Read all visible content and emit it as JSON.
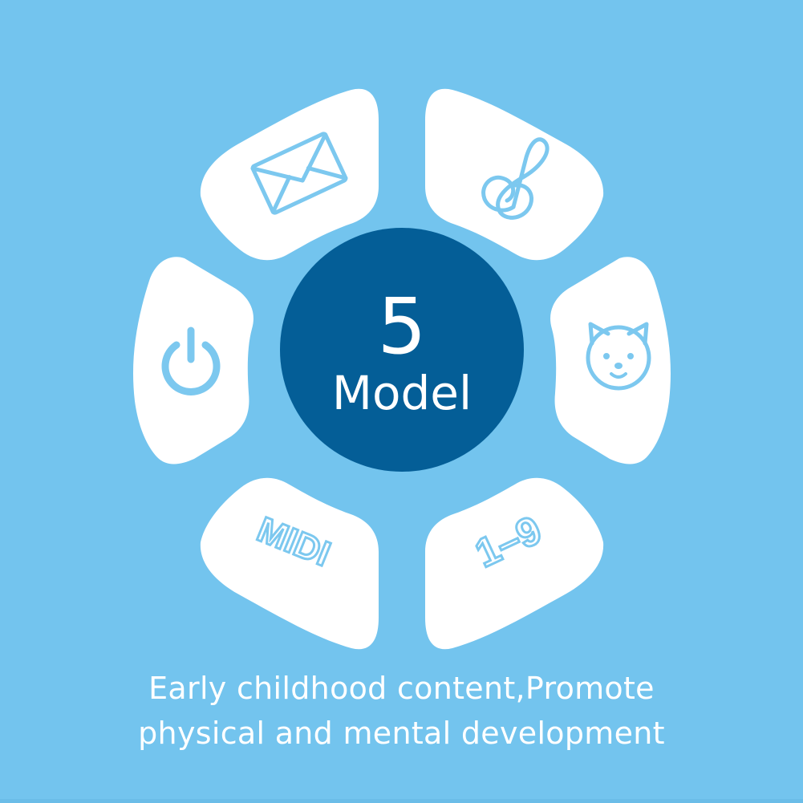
{
  "center": {
    "number": "5",
    "label": "Model",
    "color": "#045e97"
  },
  "petals": [
    {
      "name": "mail-petal",
      "icon": "mail-icon"
    },
    {
      "name": "music-petal",
      "icon": "treble-clef-icon"
    },
    {
      "name": "animal-petal",
      "icon": "bear-face-icon"
    },
    {
      "name": "numbers-petal",
      "icon": "number-range-icon",
      "text": "1–9"
    },
    {
      "name": "midi-petal",
      "icon": "midi-text-icon",
      "text": "MIDI"
    },
    {
      "name": "power-petal",
      "icon": "power-icon"
    }
  ],
  "caption": {
    "line1": "Early childhood content,Promote",
    "line2": "physical and mental development"
  },
  "colors": {
    "background": "#73c4ee",
    "petal": "#ffffff",
    "icon": "#7cc8ef",
    "center": "#045e97"
  }
}
